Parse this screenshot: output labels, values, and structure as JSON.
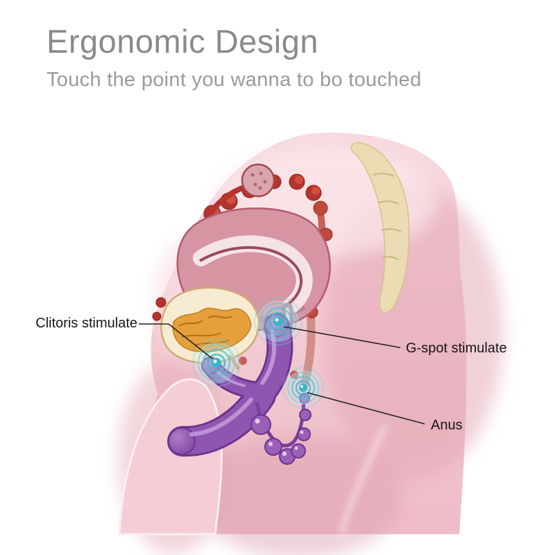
{
  "header": {
    "title": "Ergonomic Design",
    "subtitle": "Touch the point you wanna to bo touched"
  },
  "callouts": {
    "clitoris": "Clitoris stimulate",
    "gspot": "G-spot stimulate",
    "anus": "Anus"
  },
  "colors": {
    "background": "#ffffff",
    "title_text": "#8a8a8a",
    "subtitle_text": "#9a9a9a",
    "callout_text": "#161616",
    "callout_line": "#222222",
    "body_skin": "#f2c6ce",
    "uterus_pink": "#d794a3",
    "tissue_red": "#b5342e",
    "bladder_orange": "#e5a03c",
    "sacrum_cream": "#ecdcb4",
    "toy_purple": "#8f55b0",
    "ripple_teal": "#3fbccd"
  },
  "icons": {
    "ripple": "concentric-circles-vibration"
  }
}
